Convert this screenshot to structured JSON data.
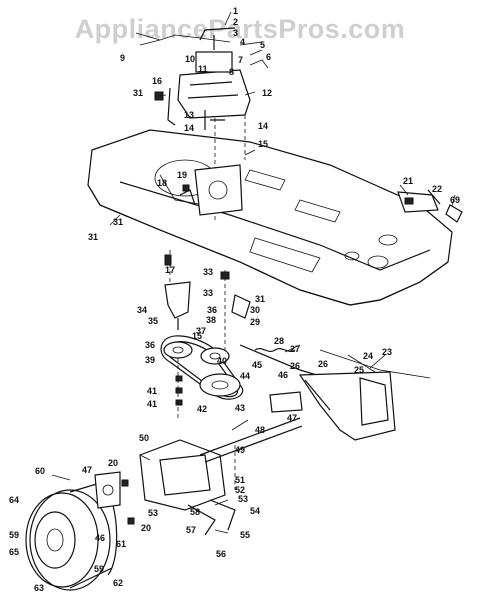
{
  "watermark": "AppliancePartsPros.com",
  "callouts": {
    "c1": "1",
    "c2": "2",
    "c3": "3",
    "c4": "4",
    "c5": "5",
    "c6": "6",
    "c7": "7",
    "c8": "8",
    "c9": "9",
    "c10": "10",
    "c11": "11",
    "c12": "12",
    "c13": "13",
    "c14": "14",
    "c15": "15",
    "c16": "16",
    "c17": "17",
    "c18": "18",
    "c19": "19",
    "c20": "20",
    "c21": "21",
    "c22": "22",
    "c23": "23",
    "c24": "24",
    "c25": "25",
    "c26": "26",
    "c27": "27",
    "c28": "28",
    "c29": "29",
    "c30": "30",
    "c31": "31",
    "c33": "33",
    "c34": "34",
    "c35": "35",
    "c36": "36",
    "c37": "37",
    "c38": "38",
    "c39": "39",
    "c40": "40",
    "c41": "41",
    "c42": "42",
    "c43": "43",
    "c44": "44",
    "c45": "45",
    "c46": "46",
    "c47": "47",
    "c48": "48",
    "c49": "49",
    "c50": "50",
    "c51": "51",
    "c52": "52",
    "c53": "53",
    "c54": "54",
    "c55": "55",
    "c56": "56",
    "c57": "57",
    "c58": "58",
    "c59": "59",
    "c60": "60",
    "c61": "61",
    "c62": "62",
    "c63": "63",
    "c64": "64",
    "c65": "65",
    "c69": "69"
  }
}
